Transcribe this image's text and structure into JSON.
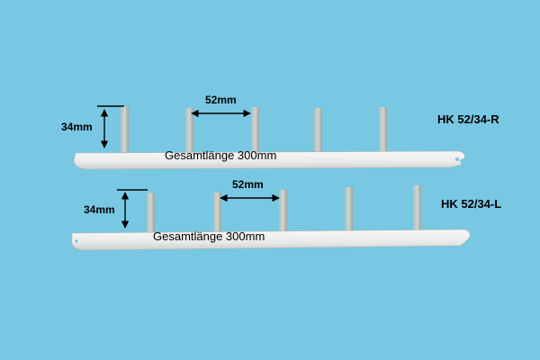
{
  "background_color": "#78c8e3",
  "strips": [
    {
      "code": "HK 52/34-R",
      "height_label": "34mm",
      "spacing_label": "52mm",
      "length_label": "Gesamtlänge 300mm"
    },
    {
      "code": "HK 52/34-L",
      "height_label": "34mm",
      "spacing_label": "52mm",
      "length_label": "Gesamtlänge 300mm"
    }
  ]
}
